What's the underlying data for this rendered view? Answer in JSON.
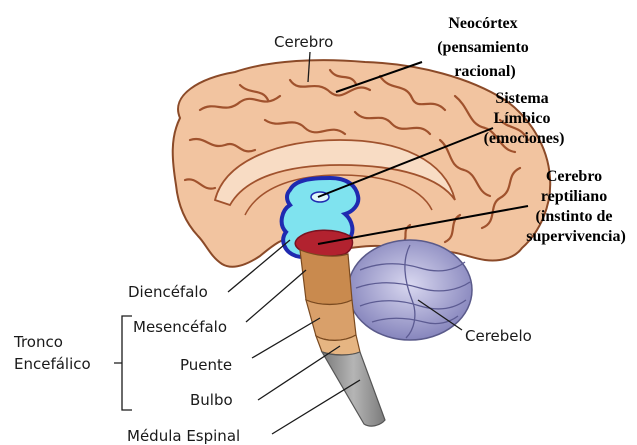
{
  "labels": {
    "cerebro": "Cerebro",
    "neocortex": [
      "Neocórtex",
      "(pensamiento",
      "racional)"
    ],
    "limbico": [
      "Sistema",
      "Límbico",
      "(emociones)"
    ],
    "reptiliano": [
      "Cerebro",
      "reptiliano",
      "(instinto de",
      "supervivencia)"
    ],
    "diencefalo": "Diencéfalo",
    "mesencefalo": "Mesencéfalo",
    "puente": "Puente",
    "bulbo": "Bulbo",
    "medula": "Médula Espinal",
    "cerebelo": "Cerebelo",
    "tronco": [
      "Tronco",
      "Encefálico"
    ]
  },
  "colors": {
    "cortex": "#f2c4a0",
    "cortex_fold": "#a0522d",
    "limbic_fill": "#7fe3ef",
    "limbic_outline": "#1f2ab0",
    "reptilian": "#b2222f",
    "midbrain": "#c98a4e",
    "pons": "#d9a06a",
    "spinal_cord": "#9a9a9a",
    "cerebellum": "#8f8ec8"
  }
}
